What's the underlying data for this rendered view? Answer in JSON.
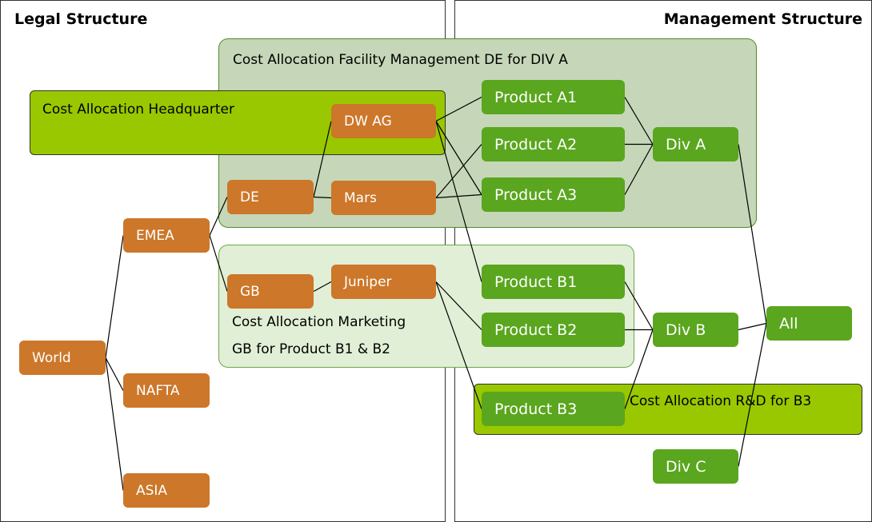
{
  "panels": {
    "legal_title": "Legal Structure",
    "management_title": "Management Structure"
  },
  "regions": {
    "facility_mgmt": "Cost Allocation Facility Management DE for DIV A",
    "headquarter": "Cost Allocation Headquarter",
    "marketing_line1": "Cost Allocation Marketing",
    "marketing_line2": "GB for Product B1 & B2",
    "rnd": "Cost Allocation R&D for B3"
  },
  "nodes": {
    "world": "World",
    "emea": "EMEA",
    "nafta": "NAFTA",
    "asia": "ASIA",
    "de": "DE",
    "gb": "GB",
    "dwag": "DW AG",
    "mars": "Mars",
    "juniper": "Juniper",
    "a1": "Product A1",
    "a2": "Product A2",
    "a3": "Product A3",
    "b1": "Product B1",
    "b2": "Product B2",
    "b3": "Product B3",
    "diva": "Div A",
    "divb": "Div B",
    "divc": "Div C",
    "all": "All"
  },
  "edges": [
    [
      "world",
      "emea"
    ],
    [
      "world",
      "nafta"
    ],
    [
      "world",
      "asia"
    ],
    [
      "emea",
      "de"
    ],
    [
      "emea",
      "gb"
    ],
    [
      "de",
      "dwag"
    ],
    [
      "de",
      "mars"
    ],
    [
      "gb",
      "juniper"
    ],
    [
      "dwag",
      "a1"
    ],
    [
      "dwag",
      "a3"
    ],
    [
      "dwag",
      "b1"
    ],
    [
      "mars",
      "a2"
    ],
    [
      "mars",
      "a3"
    ],
    [
      "juniper",
      "b2"
    ],
    [
      "juniper",
      "b3"
    ],
    [
      "a1",
      "diva"
    ],
    [
      "a2",
      "diva"
    ],
    [
      "a3",
      "diva"
    ],
    [
      "b1",
      "divb"
    ],
    [
      "b2",
      "divb"
    ],
    [
      "b3",
      "divb"
    ],
    [
      "diva",
      "all"
    ],
    [
      "divb",
      "all"
    ],
    [
      "divc",
      "all"
    ]
  ],
  "colors": {
    "legal_node": "#cc772a",
    "management_node": "#5aa61e",
    "facility_region": "#c5d7b8",
    "headquarter_region": "#99c800",
    "marketing_region": "#e1efd6",
    "rnd_region": "#99c800"
  }
}
